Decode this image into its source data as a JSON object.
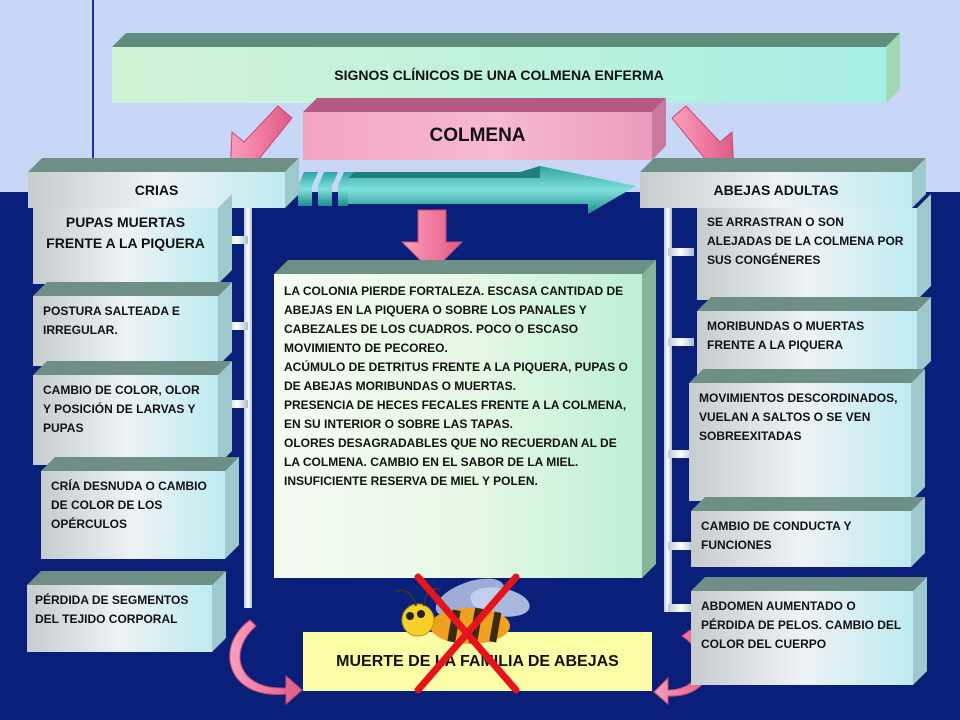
{
  "title": "SIGNOS CLÍNICOS DE UNA COLMENA ENFERMA",
  "colmena": "COLMENA",
  "crias": {
    "header": "CRIAS",
    "items": [
      "PUPAS MUERTAS FRENTE A LA PIQUERA",
      "POSTURA SALTEADA E IRREGULAR.",
      "CAMBIO DE COLOR, OLOR Y POSICIÓN DE LARVAS Y PUPAS",
      "CRÍA DESNUDA O CAMBIO DE COLOR DE LOS OPÉRCULOS",
      "PÉRDIDA DE SEGMENTOS DEL TEJIDO CORPORAL"
    ]
  },
  "adultas": {
    "header": "ABEJAS ADULTAS",
    "items": [
      "SE ARRASTRAN O SON ALEJADAS DE LA COLMENA POR SUS CONGÉNERES",
      "MORIBUNDAS O MUERTAS FRENTE A LA PIQUERA",
      "MOVIMIENTOS DESCORDINADOS, VUELAN A SALTOS O SE VEN SOBREEXITADAS",
      "CAMBIO DE CONDUCTA Y FUNCIONES",
      "ABDOMEN AUMENTADO O PÉRDIDA DE PELOS. CAMBIO DEL COLOR DEL CUERPO"
    ]
  },
  "center": {
    "lines": [
      "LA COLONIA PIERDE FORTALEZA. ESCASA CANTIDAD DE ABEJAS EN LA PIQUERA O SOBRE LOS PANALES Y CABEZALES DE LOS CUADROS. POCO O ESCASO MOVIMIENTO DE PECOREO.",
      "ACÚMULO DE DETRITUS FRENTE A LA PIQUERA, PUPAS O DE ABEJAS MORIBUNDAS O MUERTAS.",
      "PRESENCIA DE HECES FECALES FRENTE A LA COLMENA, EN SU INTERIOR O SOBRE LAS TAPAS.",
      "OLORES DESAGRADABLES QUE NO RECUERDAN AL DE LA COLMENA. CAMBIO EN EL SABOR DE LA MIEL.",
      "INSUFICIENTE RESERVA DE MIEL Y POLEN."
    ]
  },
  "death": "MUERTE DE LA FAMILIA DE ABEJAS",
  "colors": {
    "background_top": "#c9d7f7",
    "background_bottom": "#0a1f7a",
    "arrow_pink": "#f27aa0",
    "cross_red": "#e5141c",
    "death_fill": "#fbfca6"
  },
  "icons": [
    "bee-icon",
    "cross-icon"
  ]
}
